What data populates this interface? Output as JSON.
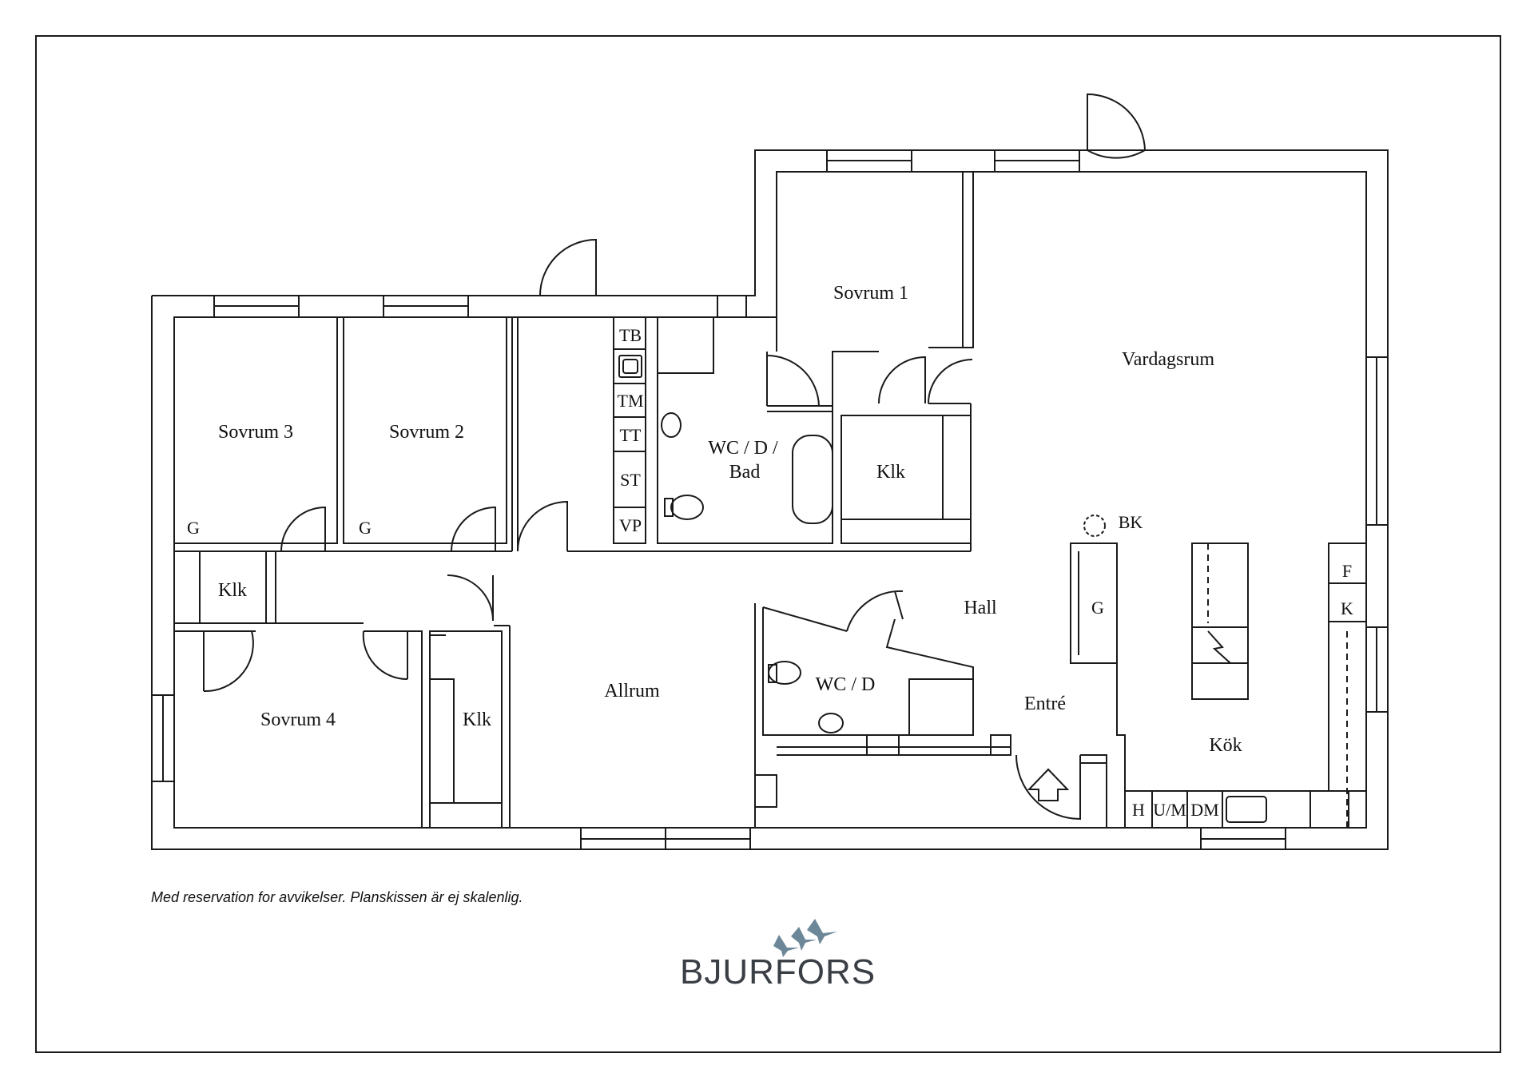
{
  "rooms": {
    "sovrum1": "Sovrum 1",
    "sovrum2": "Sovrum 2",
    "sovrum3": "Sovrum 3",
    "sovrum4": "Sovrum 4",
    "vardagsrum": "Vardagsrum",
    "wc_d_bad_line1": "WC / D /",
    "wc_d_bad_line2": "Bad",
    "wc_d": "WC / D",
    "klk": "Klk",
    "hall": "Hall",
    "entre": "Entré",
    "allrum": "Allrum",
    "kok": "Kök"
  },
  "fixtures": {
    "tb": "TB",
    "tm": "TM",
    "tt": "TT",
    "st": "ST",
    "vp": "VP",
    "bk": "BK",
    "g": "G",
    "f": "F",
    "k": "K",
    "h": "H",
    "um": "U/M",
    "dm": "DM"
  },
  "footer": {
    "disclaimer": "Med reservation for avvikelser. Planskissen är ej skalenlig.",
    "brand": "BJURFORS"
  },
  "colors": {
    "line": "#1a1a1a",
    "brand": "#3a3f46",
    "logo_birds": "#6b8798"
  }
}
